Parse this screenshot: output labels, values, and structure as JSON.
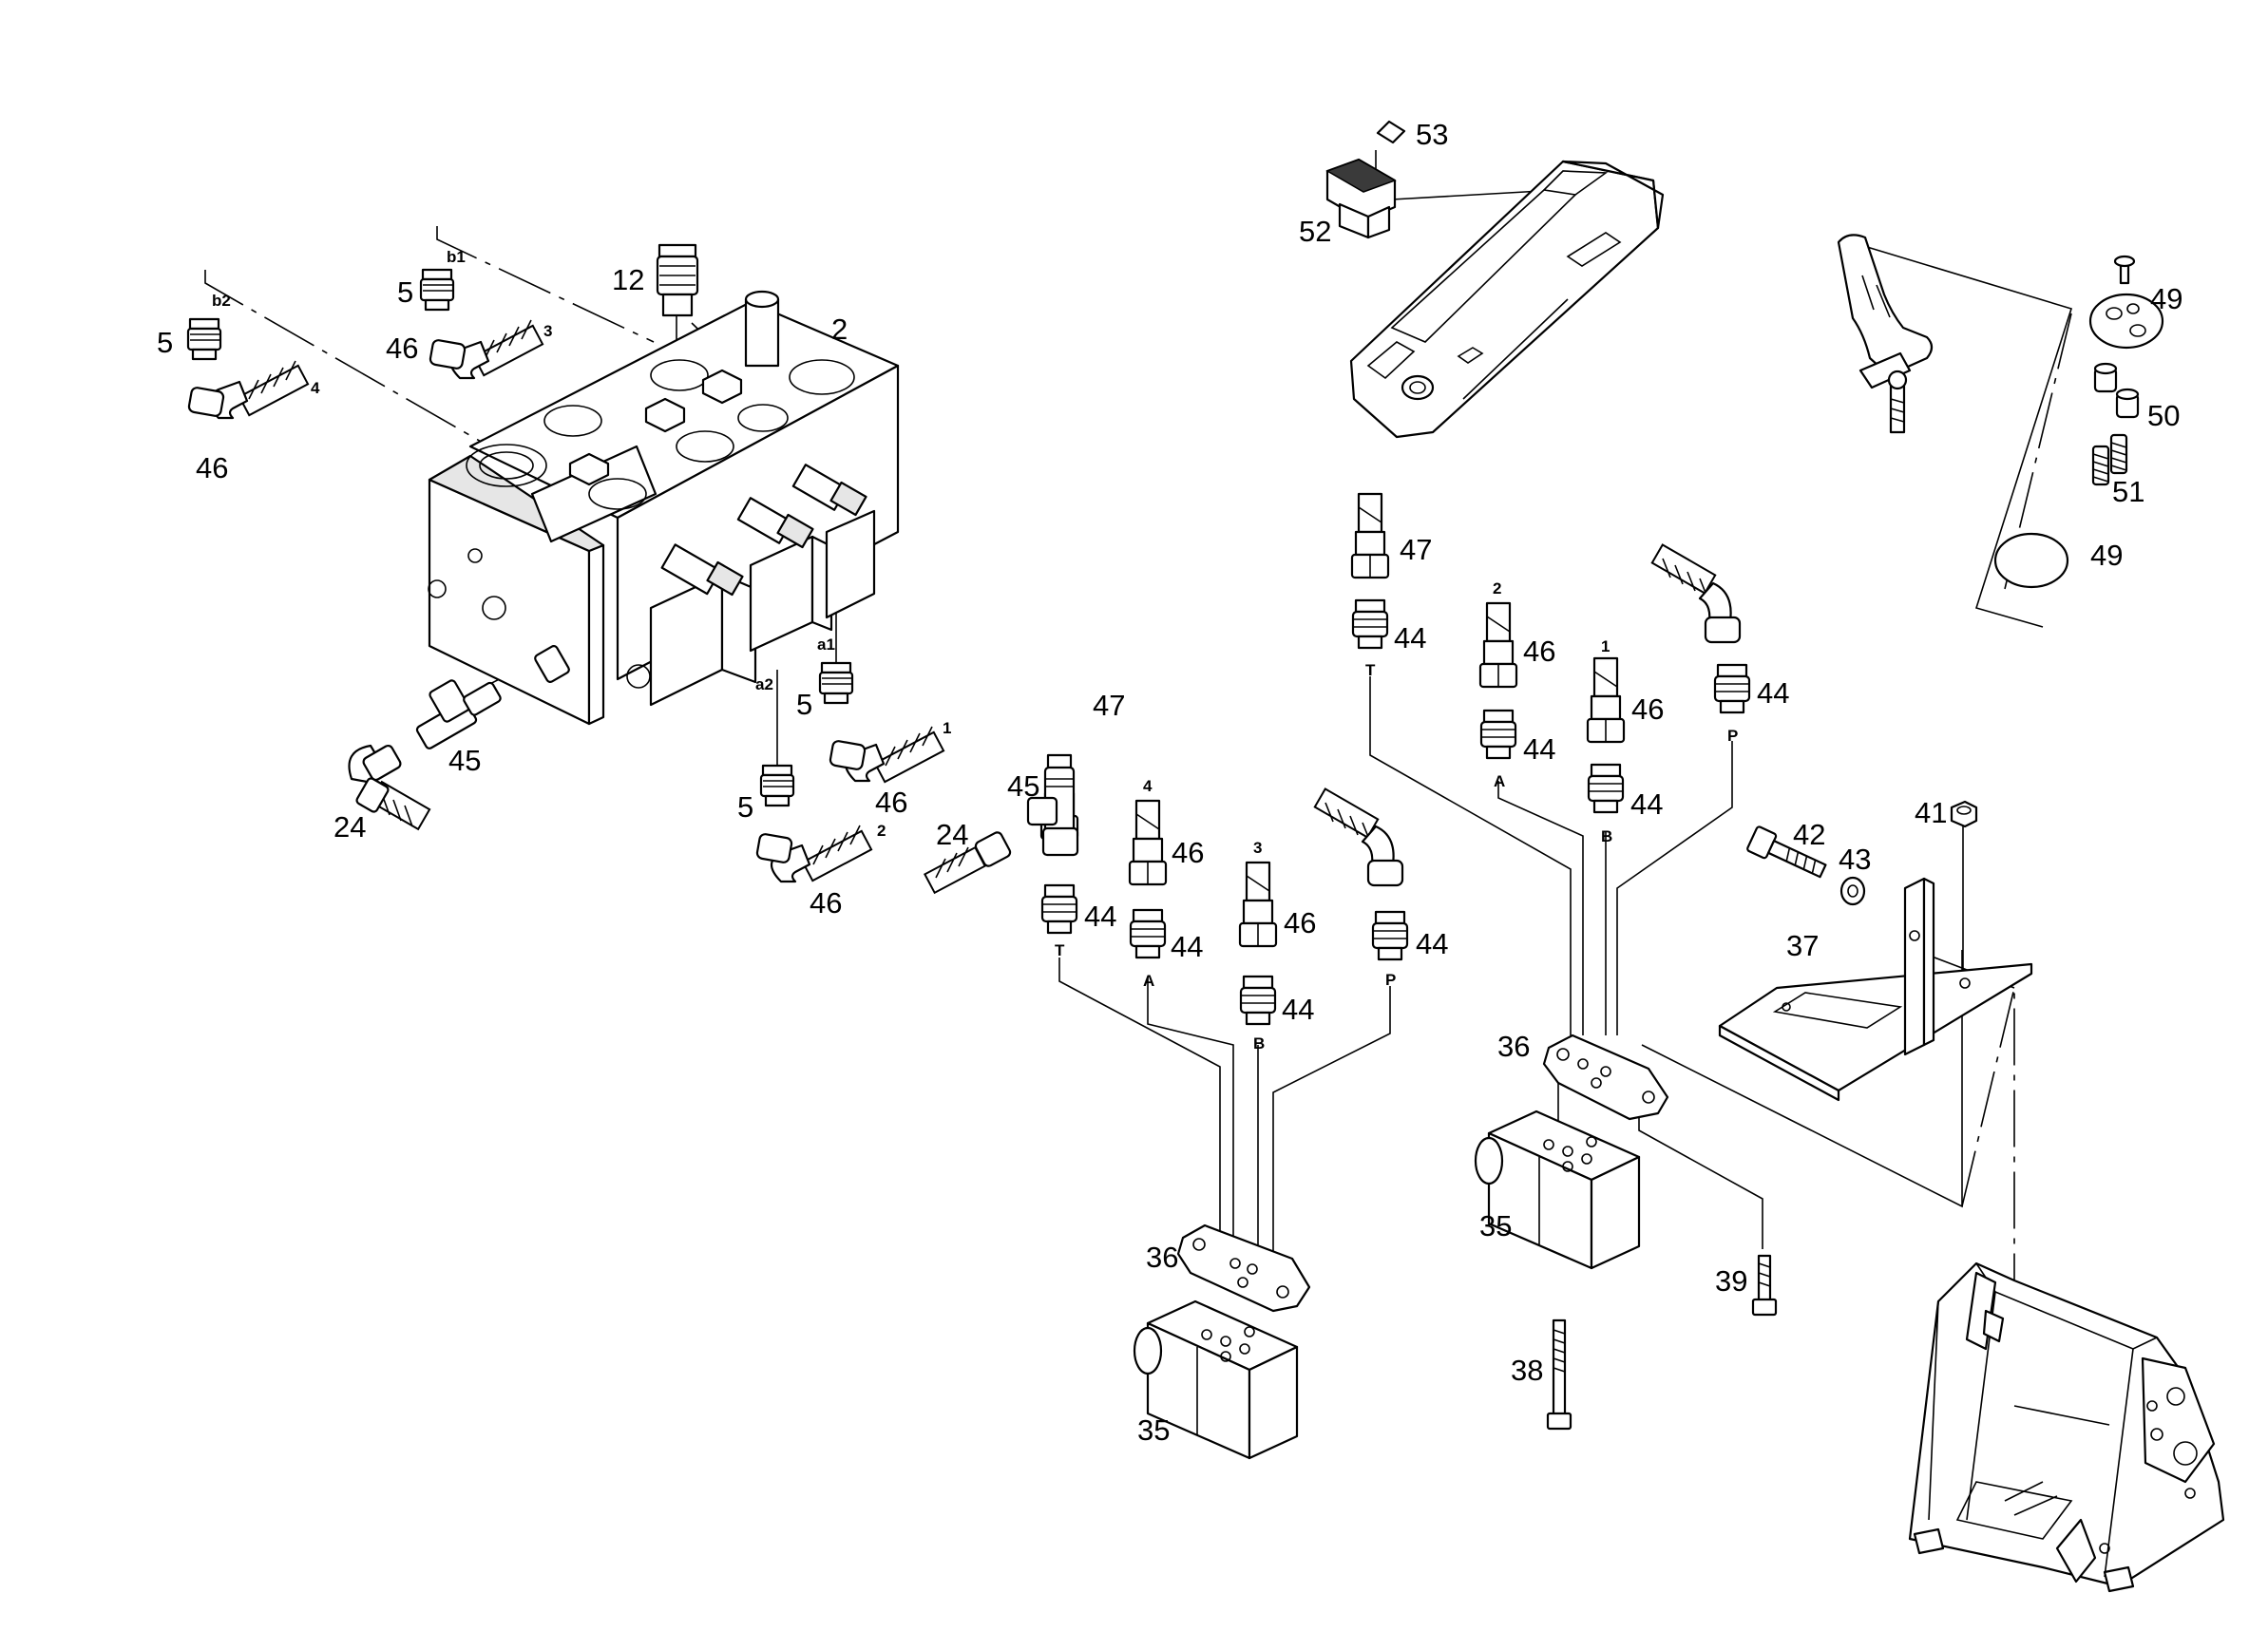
{
  "callouts": {
    "c2": "2",
    "c5a": "5",
    "c5b": "5",
    "c5c": "5",
    "c5d": "5",
    "c12": "12",
    "c46a": "46",
    "c46b": "46",
    "c46c": "46",
    "c46d": "46",
    "c46e": "46",
    "c46f": "46",
    "c46g": "46",
    "c46h": "46",
    "c45a": "45",
    "c45b": "45",
    "c24a": "24",
    "c24b": "24",
    "c47a": "47",
    "c47b": "47",
    "c44a": "44",
    "c44b": "44",
    "c44c": "44",
    "c44d": "44",
    "c44e": "44",
    "c44f": "44",
    "c44g": "44",
    "c44h": "44",
    "c36a": "36",
    "c36b": "36",
    "c35a": "35",
    "c35b": "35",
    "c37": "37",
    "c38": "38",
    "c39": "39",
    "c41": "41",
    "c42": "42",
    "c43": "43",
    "c49a": "49",
    "c49b": "49",
    "c50": "50",
    "c51": "51",
    "c52": "52",
    "c53": "53"
  },
  "ports": {
    "b1": "b1",
    "b2": "b2",
    "a1": "a1",
    "a2": "a2",
    "h1": "1",
    "h2": "2",
    "h3": "3",
    "h4": "4",
    "m4": "4",
    "m3": "3",
    "r2": "2",
    "r1": "1",
    "mT": "T",
    "mA": "A",
    "mB": "B",
    "mP": "P",
    "rT": "T",
    "rA": "A",
    "rB": "B",
    "rP": "P"
  }
}
